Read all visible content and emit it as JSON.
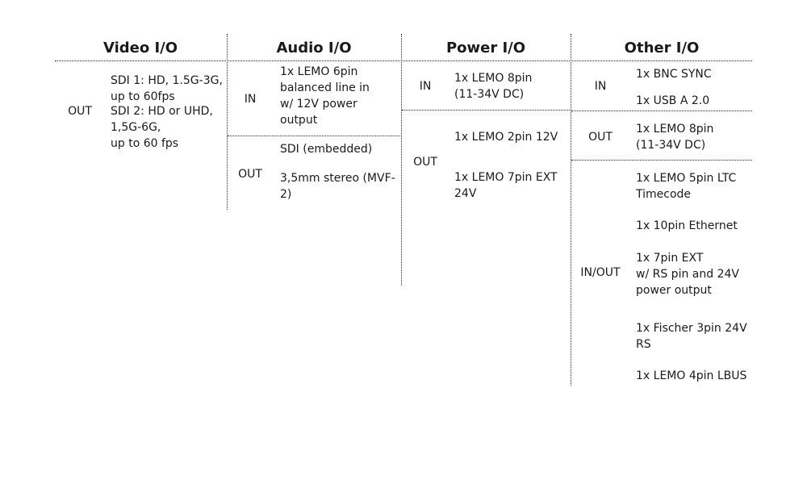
{
  "columns": {
    "video": {
      "title": "Video I/O",
      "out_label": "OUT",
      "out_items": [
        "SDI 1: HD, 1.5G-3G,\nup to 60fps",
        "SDI 2: HD or UHD,\n1,5G-6G,\nup to 60 fps"
      ]
    },
    "audio": {
      "title": "Audio I/O",
      "in_label": "IN",
      "in_items": [
        "1x LEMO 6pin\nbalanced line in\nw/ 12V power\noutput"
      ],
      "out_label": "OUT",
      "out_items": [
        "SDI (embedded)",
        "3,5mm stereo (MVF-\n2)"
      ]
    },
    "power": {
      "title": "Power I/O",
      "in_label": "IN",
      "in_items": [
        "1x LEMO 8pin\n(11-34V DC)"
      ],
      "out_label": "OUT",
      "out_items": [
        "1x LEMO 2pin 12V",
        "1x LEMO 7pin EXT\n24V"
      ]
    },
    "other": {
      "title": "Other I/O",
      "in_label": "IN",
      "in_items": [
        "1x BNC SYNC",
        "1x USB A 2.0"
      ],
      "out_label": "OUT",
      "out_items": [
        "1x LEMO 8pin\n(11-34V DC)"
      ],
      "inout_label": "IN/OUT",
      "inout_items": [
        "1x LEMO 5pin LTC\nTimecode",
        "1x 10pin Ethernet",
        "1x 7pin EXT\nw/ RS pin and 24V\npower output",
        "1x Fischer 3pin 24V\nRS",
        "1x LEMO 4pin LBUS"
      ]
    }
  }
}
